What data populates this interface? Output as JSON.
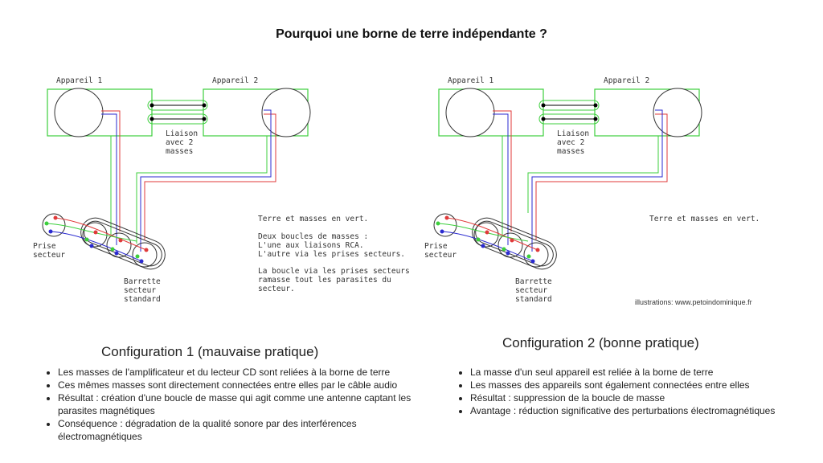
{
  "title": "Pourquoi une borne de terre indépendante ?",
  "diagrams": [
    {
      "appareil1": "Appareil 1",
      "appareil2": "Appareil 2",
      "liaison": "Liaison\navec 2\nmasses",
      "prise": "Prise\nsecteur",
      "barrette": "Barrette\nsecteur\nstandard",
      "note1": "Terre et masses en vert.",
      "note2": "Deux boucles de masses :\nL'une aux liaisons RCA.\nL'autre via les prises secteurs.",
      "note3": "La boucle via les prises secteurs\nramasse tout les parasites du\nsecteur."
    },
    {
      "appareil1": "Appareil 1",
      "appareil2": "Appareil 2",
      "liaison": "Liaison\navec 2\nmasses",
      "prise": "Prise\nsecteur",
      "barrette": "Barrette\nsecteur\nstandard",
      "note1": "Terre et masses en vert."
    }
  ],
  "credit": "illustrations: www.petoindominique.fr",
  "config1": {
    "heading": "Configuration 1 (mauvaise pratique)",
    "bullets": [
      "Les masses de l'amplificateur et du lecteur CD sont reliées à la borne de terre",
      "Ces mêmes masses sont directement connectées entre elles par le câble audio",
      "Résultat : création d'une boucle de masse qui agit comme une antenne captant les parasites magnétiques",
      "Conséquence : dégradation de la qualité sonore par des interférences électromagnétiques"
    ]
  },
  "config2": {
    "heading": "Configuration 2 (bonne pratique)",
    "bullets": [
      "La masse d'un seul appareil est reliée à la borne de terre",
      "Les masses des appareils sont également connectées entre elles",
      "Résultat : suppression de la boucle de masse",
      "Avantage : réduction significative des perturbations électromagnétiques"
    ]
  },
  "colors": {
    "ground": "#3ccf3c",
    "phase": "#e03a3a",
    "neutral": "#2a2ad0"
  }
}
